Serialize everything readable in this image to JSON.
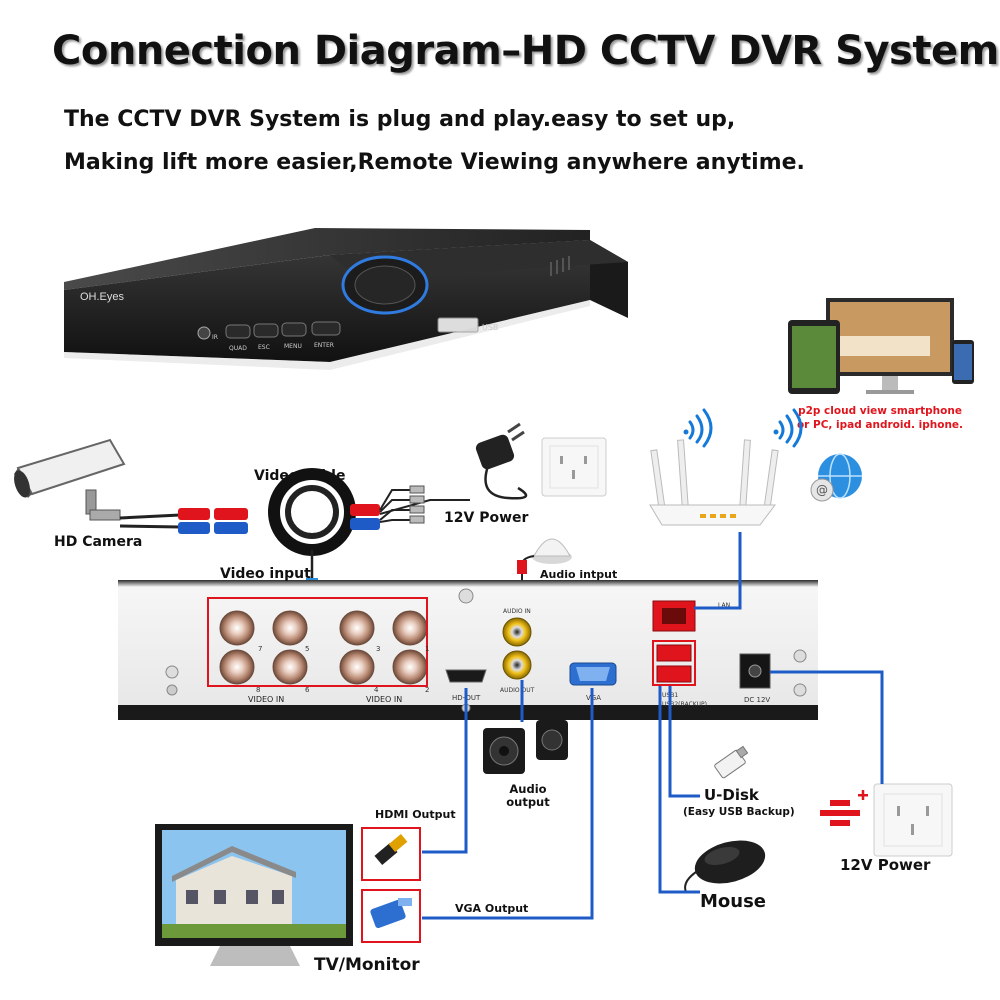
{
  "title": "Connection Diagram–HD CCTV DVR System",
  "subtitle_lines": [
    "The CCTV DVR System is plug and play.easy to set up,",
    "Making lift more easier,Remote Viewing anywhere anytime."
  ],
  "dvr_front": {
    "brand": "OH.Eyes",
    "ir": "IR",
    "buttons": [
      "QUAD",
      "ESC",
      "MENU",
      "ENTER"
    ],
    "usb": "USB"
  },
  "labels": {
    "hd_camera": "HD Camera",
    "video_cable": "Video cable",
    "power_12v_top": "12V Power",
    "video_input": "Video input",
    "audio_input": "Audio intput",
    "p2p_line1": "p2p cloud view smartphone",
    "p2p_line2": "or PC, ipad android. iphone.",
    "audio_output_line1": "Audio",
    "audio_output_line2": "output",
    "hdmi_output": "HDMI Output",
    "vga_output": "VGA Output",
    "tv_monitor": "TV/Monitor",
    "u_disk": "U-Disk",
    "u_disk_note": "(Easy USB Backup)",
    "mouse": "Mouse",
    "power_12v_bottom": "12V Power"
  },
  "rear_panel": {
    "video_in": "VIDEO IN",
    "bnc_numbers": [
      "7",
      "5",
      "3",
      "1",
      "8",
      "6",
      "4",
      "2"
    ],
    "audio_in": "AUDIO IN",
    "audio_out": "AUDIO OUT",
    "hd_out": "HD-OUT",
    "vga": "VGA",
    "lan": "LAN",
    "usb1": "USB1",
    "usb2": "USB2(BACKUP)",
    "dc12v": "DC 12V"
  },
  "colors": {
    "accent_red": "#e0141c",
    "cable_blue": "#1e5bc6",
    "wifi_blue": "#1479d8"
  }
}
